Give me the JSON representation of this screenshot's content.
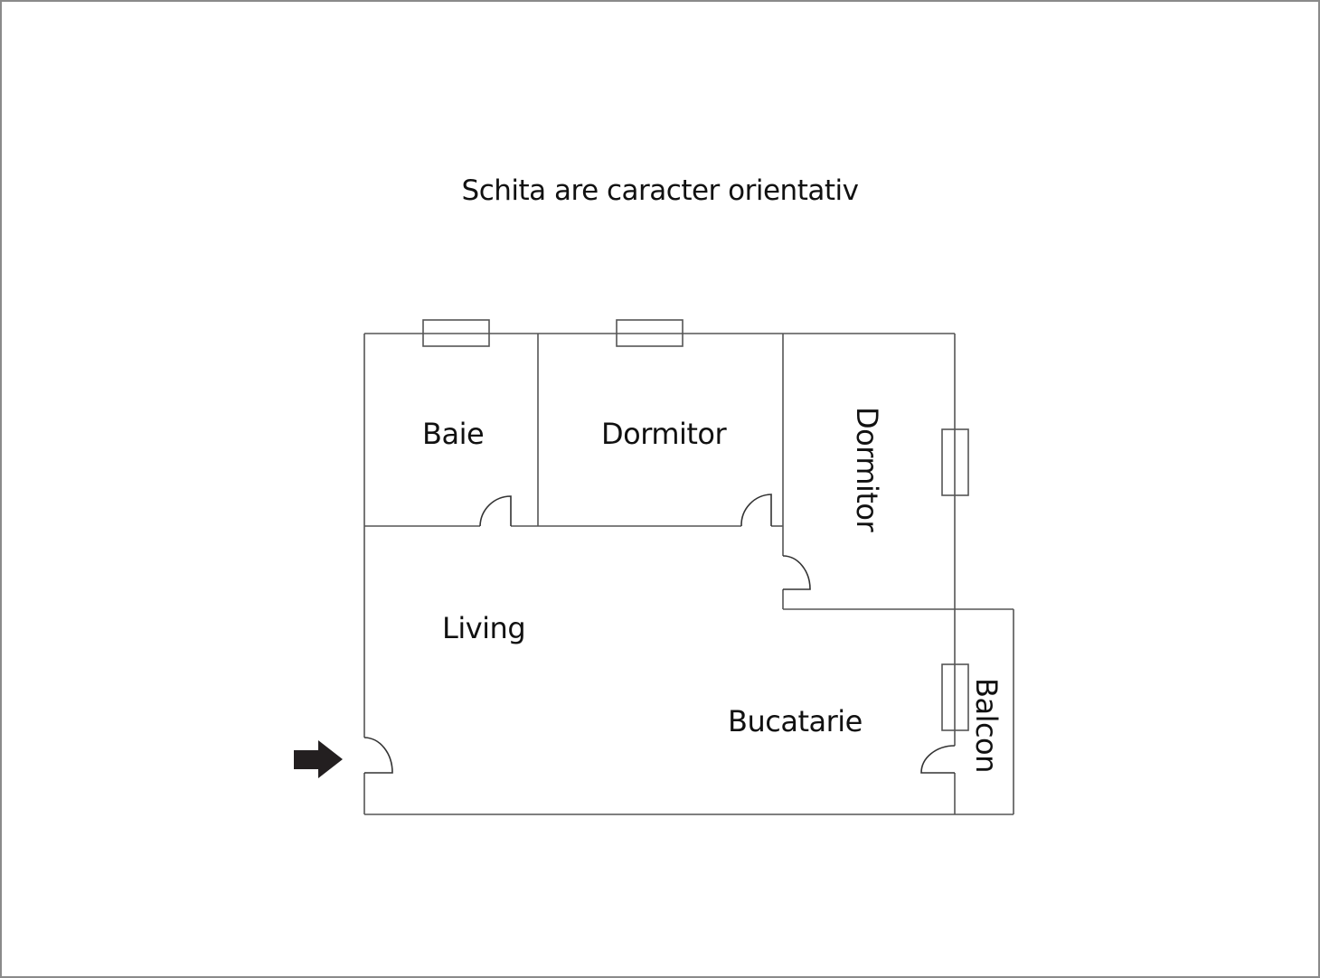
{
  "title": "Schita are caracter orientativ",
  "rooms": {
    "baie": "Baie",
    "dormitor_1": "Dormitor",
    "dormitor_2": "Dormitor",
    "living": "Living",
    "bucatarie": "Bucatarie",
    "balcon": "Balcon"
  },
  "colors": {
    "wall": "#555555",
    "text": "#111111",
    "arrow": "#231f20",
    "frame": "#8a8a8a"
  },
  "icons": {
    "entrance": "entrance-arrow-icon"
  }
}
